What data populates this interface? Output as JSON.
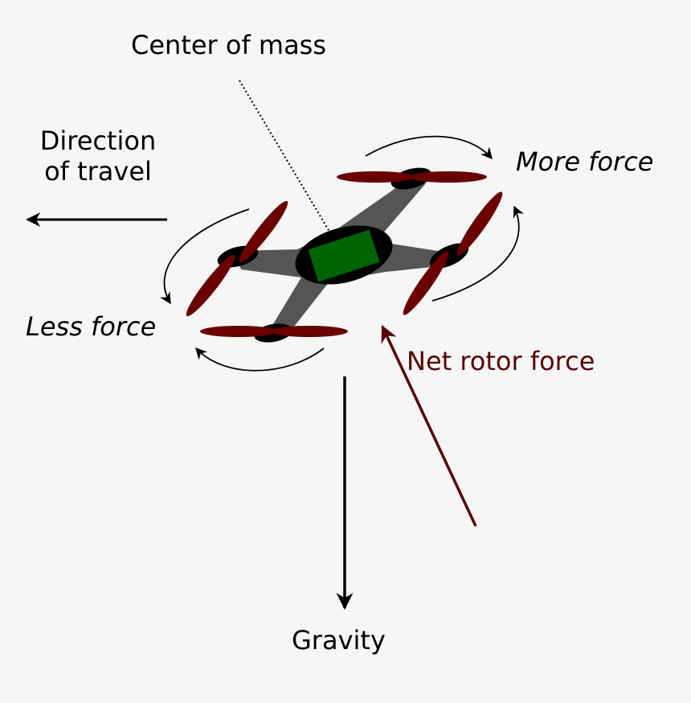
{
  "labels": {
    "center_of_mass": "Center of mass",
    "direction_line1": "Direction",
    "direction_line2": "of travel",
    "more_force": "More force",
    "less_force": "Less force",
    "net_rotor_force": "Net rotor force",
    "gravity": "Gravity"
  },
  "colors": {
    "background": "#f6f6f6",
    "frame": "#555555",
    "body": "#000000",
    "battery": "#006400",
    "propeller": "#6b0000",
    "net_force_arrow": "#5a0000",
    "text": "#000000"
  },
  "icons": [
    "quadcopter-icon",
    "rotation-arrow-icon"
  ]
}
